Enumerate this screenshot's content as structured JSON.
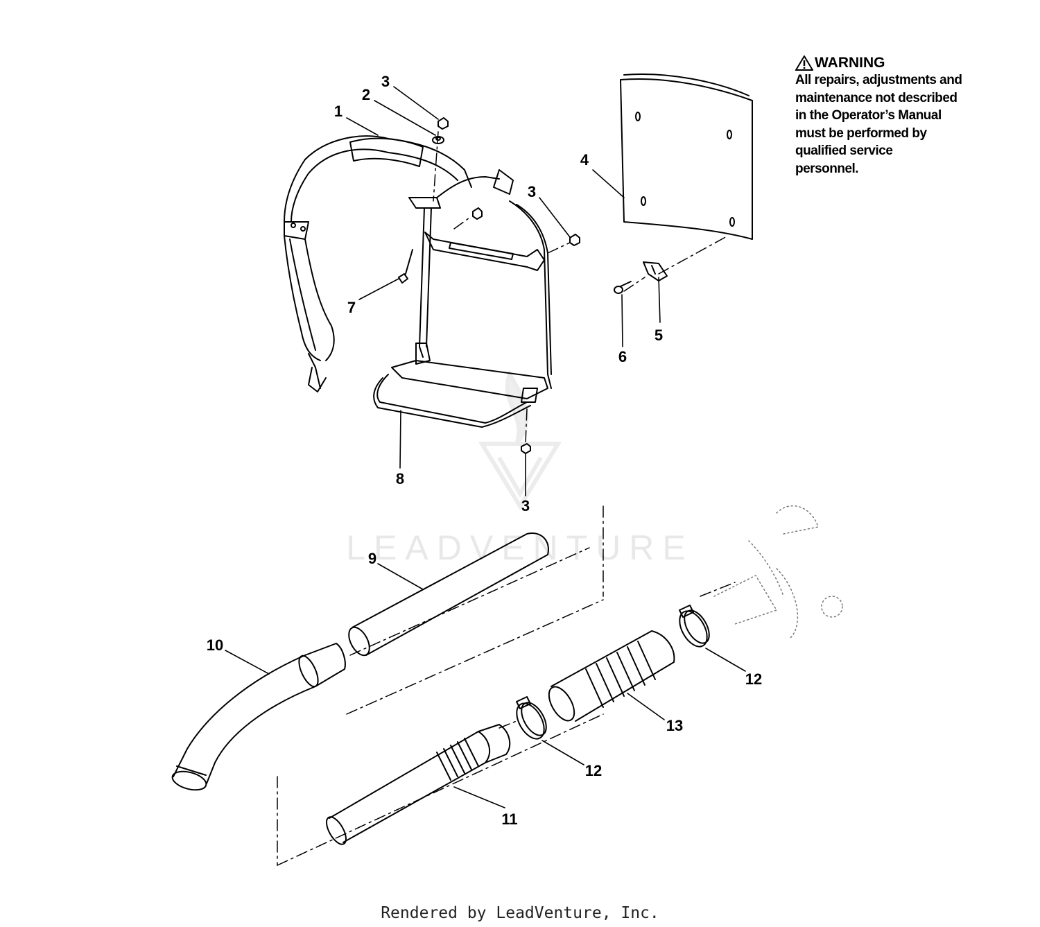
{
  "callouts": [
    {
      "id": "c1",
      "text": "1"
    },
    {
      "id": "c2",
      "text": "2"
    },
    {
      "id": "c3a",
      "text": "3"
    },
    {
      "id": "c3b",
      "text": "3"
    },
    {
      "id": "c3c",
      "text": "3"
    },
    {
      "id": "c4",
      "text": "4"
    },
    {
      "id": "c5",
      "text": "5"
    },
    {
      "id": "c6",
      "text": "6"
    },
    {
      "id": "c7",
      "text": "7"
    },
    {
      "id": "c8",
      "text": "8"
    },
    {
      "id": "c9",
      "text": "9"
    },
    {
      "id": "c10",
      "text": "10"
    },
    {
      "id": "c11",
      "text": "11"
    },
    {
      "id": "c12a",
      "text": "12"
    },
    {
      "id": "c12b",
      "text": "12"
    },
    {
      "id": "c13",
      "text": "13"
    }
  ],
  "warning": {
    "title": "WARNING",
    "text": "All repairs, adjustments and\nmaintenance not described\nin the Operator’s Manual\nmust be performed by\nqualified service\npersonnel.",
    "icon": "warning-triangle-icon"
  },
  "watermark": {
    "text": "LEADVENTURE",
    "logo": "leadventure-logo"
  },
  "footer": {
    "text": "Rendered by LeadVenture, Inc."
  },
  "colors": {
    "line": "#000000",
    "watermark": "#e8e8e8",
    "background": "#ffffff"
  }
}
